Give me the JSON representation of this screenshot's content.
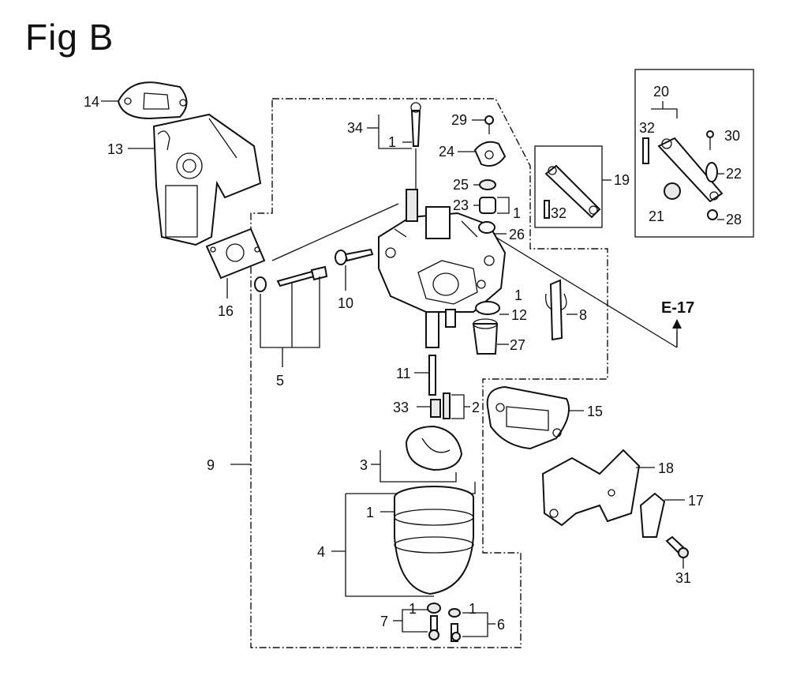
{
  "title": "Fig B",
  "reference": "E-17",
  "callouts": {
    "c14": "14",
    "c13": "13",
    "c16": "16",
    "c5": "5",
    "c10": "10",
    "c34": "34",
    "c1a": "1",
    "c29": "29",
    "c24": "24",
    "c25": "25",
    "c23": "23",
    "c1b": "1",
    "c26": "26",
    "c19": "19",
    "c32a": "32",
    "c20": "20",
    "c32b": "32",
    "c30": "30",
    "c22": "22",
    "c21": "21",
    "c28": "28",
    "c1c": "1",
    "c12": "12",
    "c8": "8",
    "c27": "27",
    "c11": "11",
    "c33": "33",
    "c2": "2",
    "c15": "15",
    "c9": "9",
    "c3": "3",
    "c18": "18",
    "c17": "17",
    "c1d": "1",
    "c4": "4",
    "c31": "31",
    "c7": "7",
    "c1e": "1",
    "c1f": "1",
    "c6": "6"
  }
}
